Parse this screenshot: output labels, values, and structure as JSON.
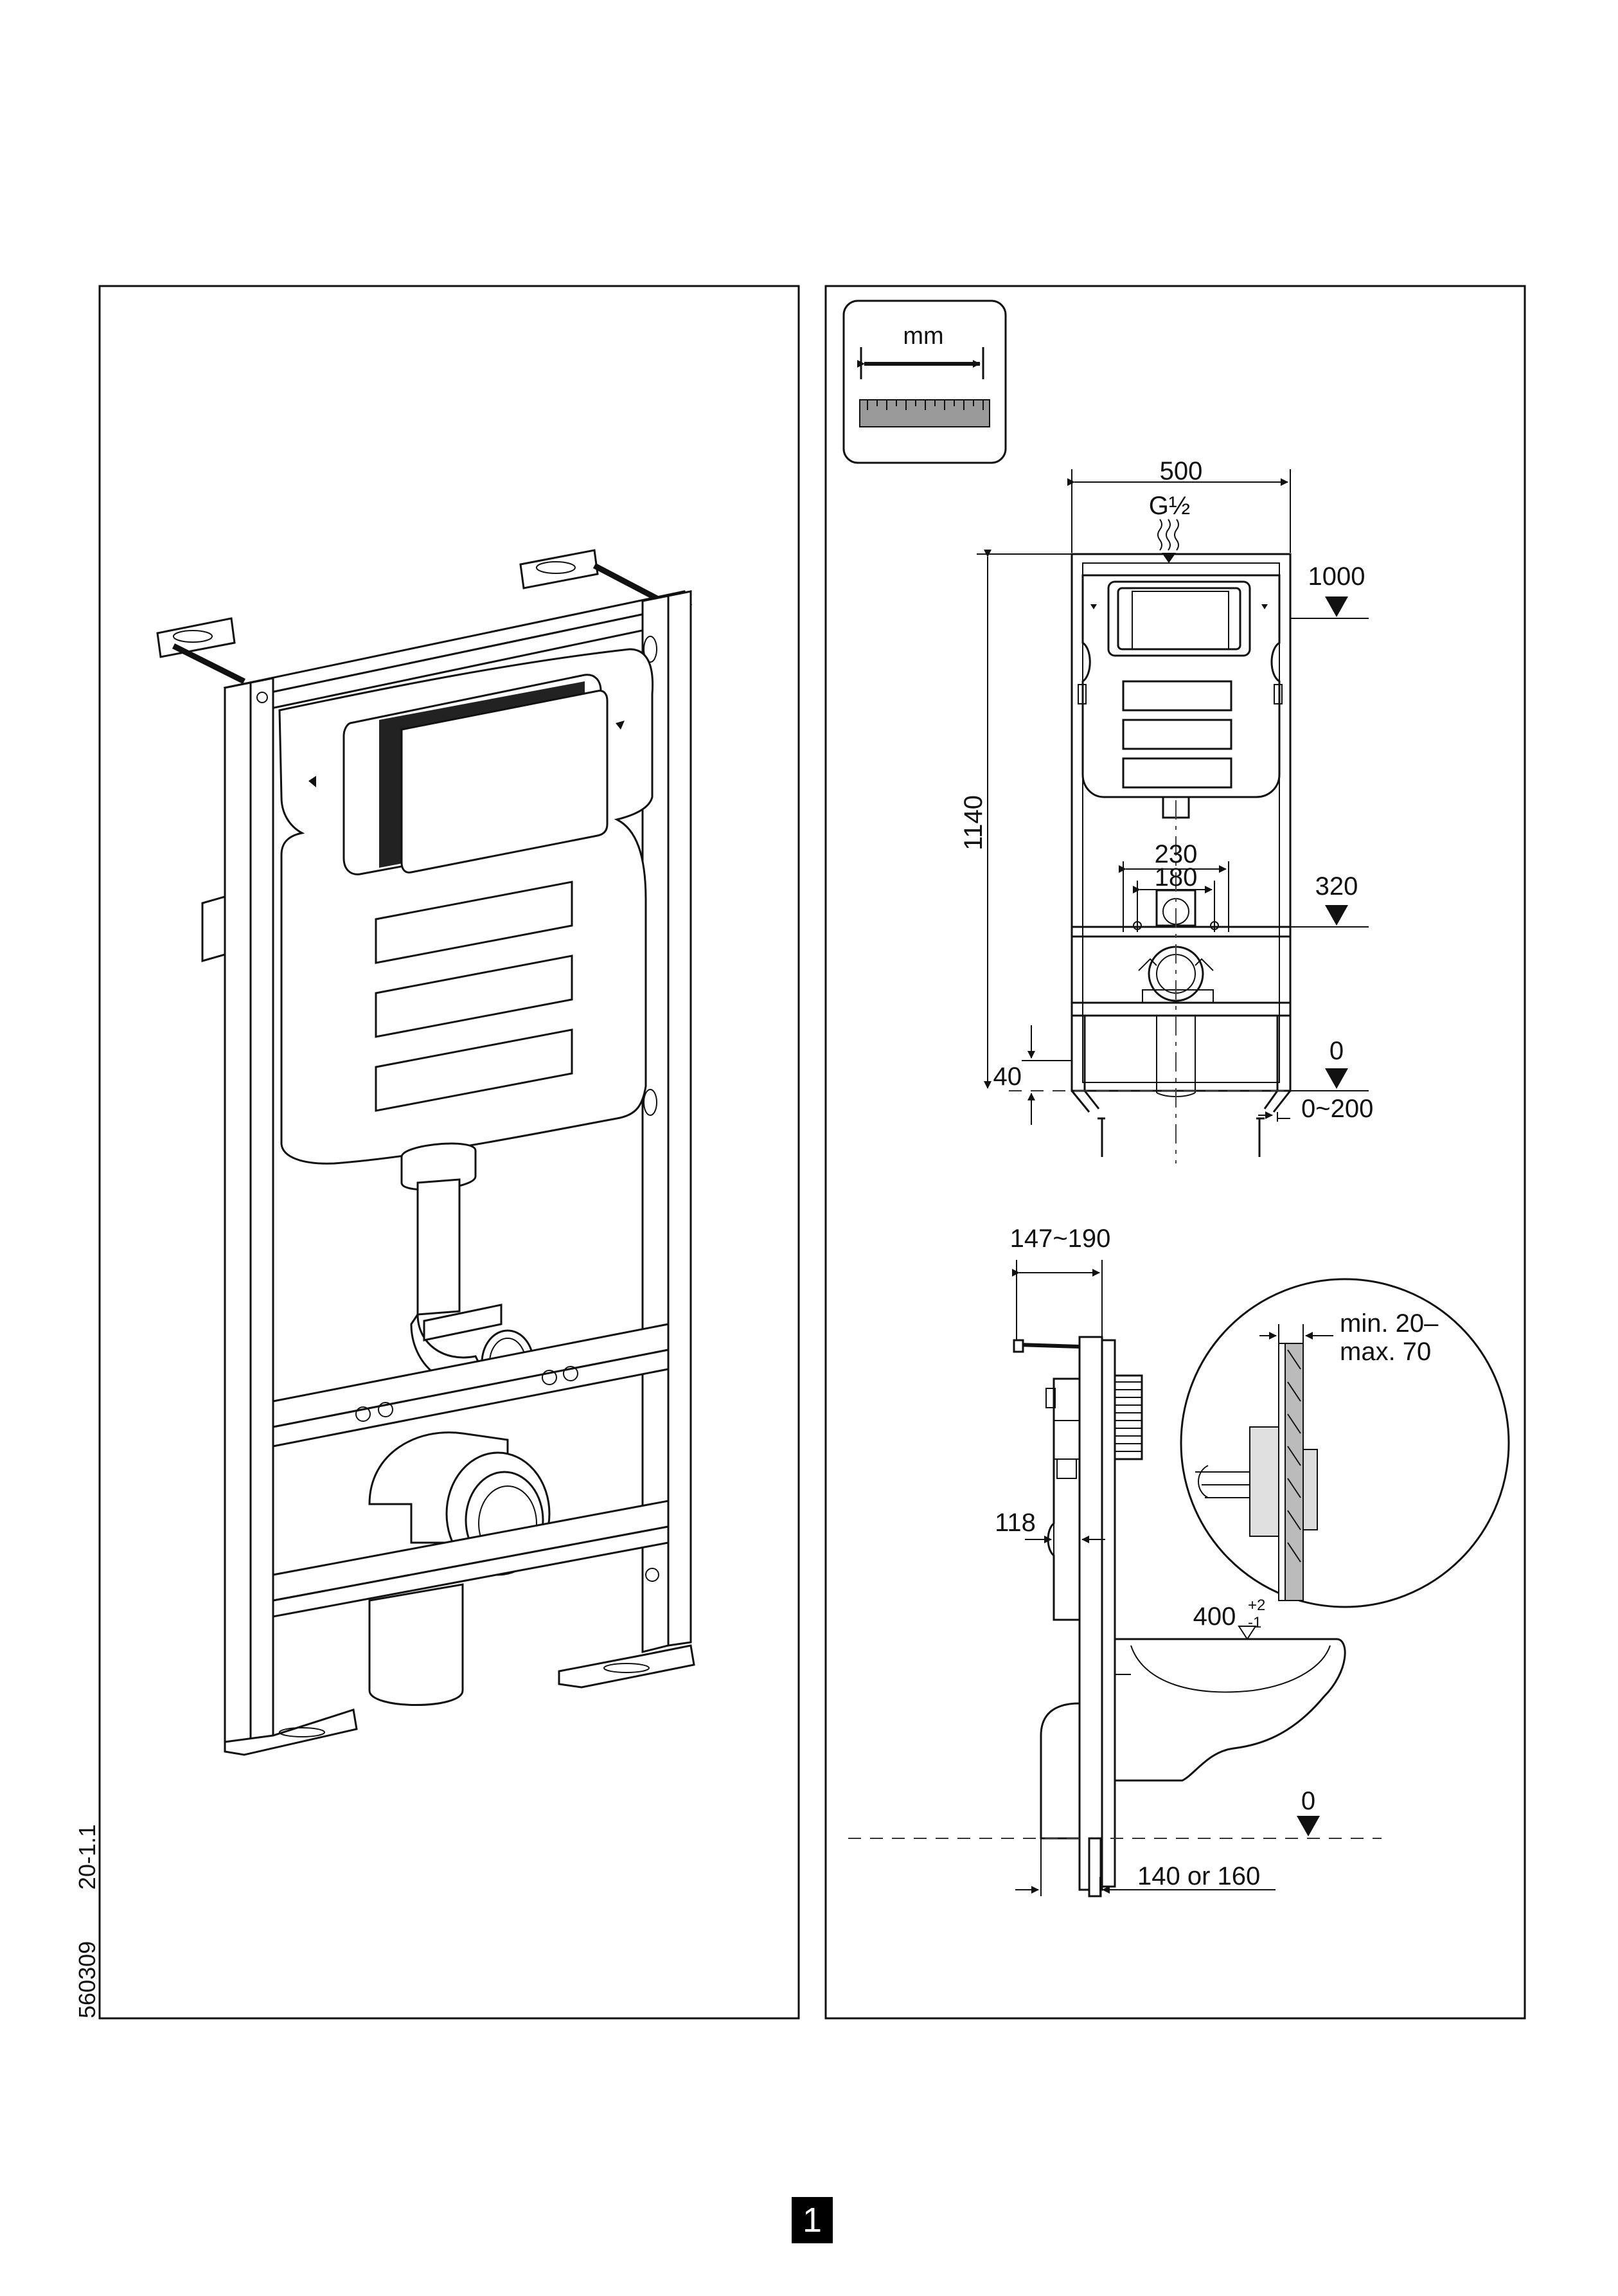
{
  "doc_codes": {
    "code": "560309",
    "revision": "20-1.1"
  },
  "unit_badge": {
    "unit": "mm"
  },
  "front_view": {
    "width": "500",
    "thread": "G½",
    "height": "1140",
    "level_1000": "1000",
    "spacing_outer": "230",
    "spacing_inner": "180",
    "level_320": "320",
    "level_zero": "0",
    "foot_offset": "40",
    "foot_range": "0~200"
  },
  "side_view": {
    "depth_range": "147~190",
    "wall_thickness": "min. 20–\nmax. 70",
    "wall_min": "min. 20–",
    "wall_max": "max. 70",
    "depth_118": "118",
    "bowl_height": "400",
    "bowl_tol_plus": "+2",
    "bowl_tol_minus": "-1",
    "level_zero": "0",
    "outlet_offset": "140 or 160"
  },
  "page_number": "1"
}
